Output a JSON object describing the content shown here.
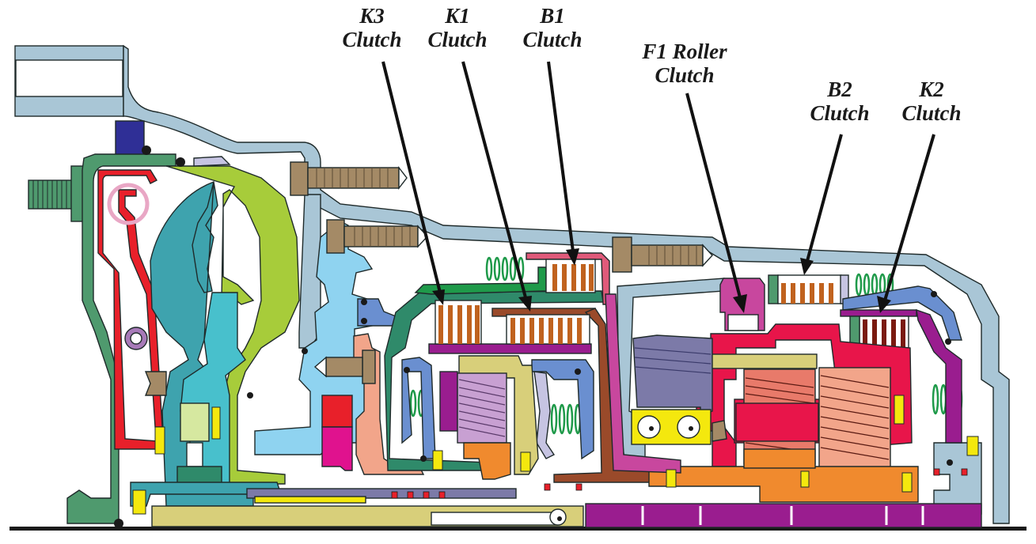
{
  "figure": {
    "title": "Transmission cross-section with clutch callouts",
    "callouts": [
      {
        "id": "k3",
        "line1": "K3",
        "line2": "Clutch"
      },
      {
        "id": "k1",
        "line1": "K1",
        "line2": "Clutch"
      },
      {
        "id": "b1",
        "line1": "B1",
        "line2": "Clutch"
      },
      {
        "id": "f1",
        "line1": "F1 Roller",
        "line2": "Clutch"
      },
      {
        "id": "b2",
        "line1": "B2",
        "line2": "Clutch"
      },
      {
        "id": "k2",
        "line1": "K2",
        "line2": "Clutch"
      }
    ]
  },
  "colors": {
    "housing": "#a9c6d6",
    "torque_converter_green": "#4f9a6e",
    "red_part": "#e8202a",
    "teal": "#3ea3ae",
    "lime": "#a7cc3a",
    "cyan": "#48c0cc",
    "light_blue": "#8fd3f0",
    "bolt_brown": "#a48a66",
    "salmon": "#f2a58a",
    "magenta": "#e0128e",
    "purple": "#9a1d8f",
    "orange": "#f08a2e",
    "khaki": "#d8cf7a",
    "crimson": "#e8154a",
    "gear_pink": "#e87a6a",
    "slate": "#7c7aa8",
    "spring_green": "#1f9a4a",
    "yellow": "#f4e80e",
    "pink": "#e05a7a",
    "blue_piston": "#6a8fd0",
    "lavender": "#c6c4e2",
    "brown": "#9a4a2a",
    "dark_green": "#2f8a6a"
  }
}
